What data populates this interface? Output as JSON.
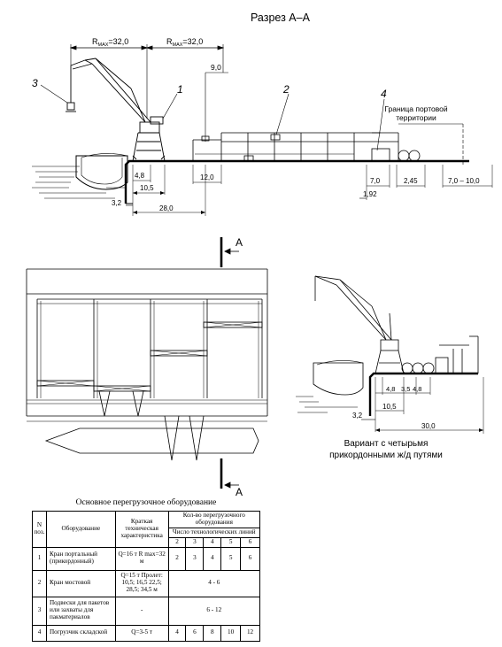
{
  "section_title": "Разрез А–А",
  "top_section": {
    "radius_left": {
      "prefix": "R",
      "sub": "MAX",
      "value": "=32,0"
    },
    "radius_right": {
      "prefix": "R",
      "sub": "MAX",
      "value": "=32,0"
    },
    "callouts": [
      "3",
      "1",
      "2",
      "4"
    ],
    "boundary_label": [
      "Граница портовой",
      "территории"
    ],
    "dimensions": {
      "height_crane_rail": "9,0",
      "rail_gauge": "4,8",
      "crane_span": "10,5",
      "quay_overhang": "3,2",
      "total_width": "28,0",
      "platform_width": "12,0",
      "track_offset": "7,0",
      "track_gap": "2,45",
      "road_width": "7,0 – 10,0",
      "track_small": "1,92"
    }
  },
  "plan_view": {
    "section_marker": "А"
  },
  "right_section": {
    "dimensions": {
      "rail_gauge": "4,8",
      "track_a": "3,5",
      "track_b": "4,8",
      "crane_span": "10,5",
      "quay_overhang": "3,2",
      "total_width": "30,0"
    },
    "caption": [
      "Вариант с четырьмя",
      "прикордонными ж/д путями"
    ]
  },
  "table": {
    "caption": "Основное перегрузочное оборудование",
    "headers": {
      "pos": "N поз.",
      "equipment": "Оборудование",
      "spec": "Краткая техническая характеристика",
      "qty_group": "Кол-во перегрузочного оборудования",
      "lines_group": "Число технологических линий",
      "lines": [
        "2",
        "3",
        "4",
        "5",
        "6"
      ]
    },
    "rows": [
      {
        "pos": "1",
        "equipment": "Кран портальный (прикордонный)",
        "spec": "Q=16 т R max=32 м",
        "counts": [
          "2",
          "3",
          "4",
          "5",
          "6"
        ]
      },
      {
        "pos": "2",
        "equipment": "Кран мостовой",
        "spec": "Q=15 т Пролет: 10,5; 16,5 22,5; 28,5; 34,5 м",
        "merged": "4 - 6"
      },
      {
        "pos": "3",
        "equipment": "Подвески для пакетов или захваты для пакматериалов",
        "spec": "-",
        "merged": "6 - 12"
      },
      {
        "pos": "4",
        "equipment": "Погрузчик складской",
        "spec": "Q=3-5 т",
        "counts": [
          "4",
          "6",
          "8",
          "10",
          "12"
        ]
      }
    ]
  }
}
